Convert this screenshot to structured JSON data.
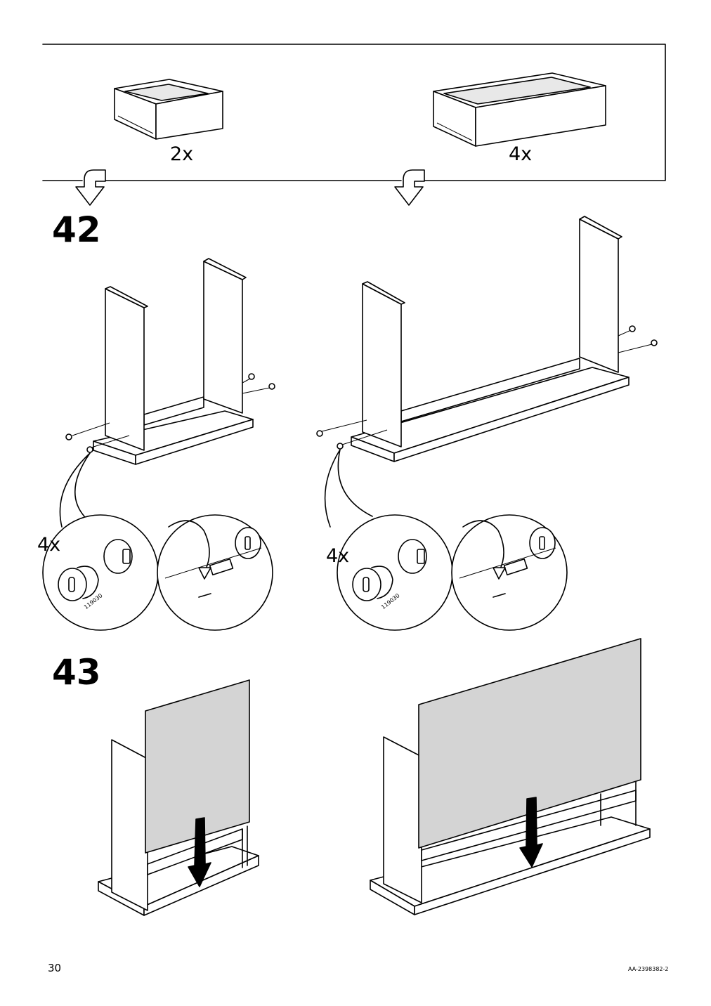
{
  "header_box": {
    "small_drawer_qty": "2x",
    "large_drawer_qty": "4x"
  },
  "step42": {
    "number": "42",
    "left_qty": "4x",
    "right_qty": "4x",
    "part_code_left": "119030",
    "part_code_right": "119030"
  },
  "step43": {
    "number": "43"
  },
  "footer": {
    "page_number": "30",
    "doc_code": "AA-2398382-2"
  }
}
